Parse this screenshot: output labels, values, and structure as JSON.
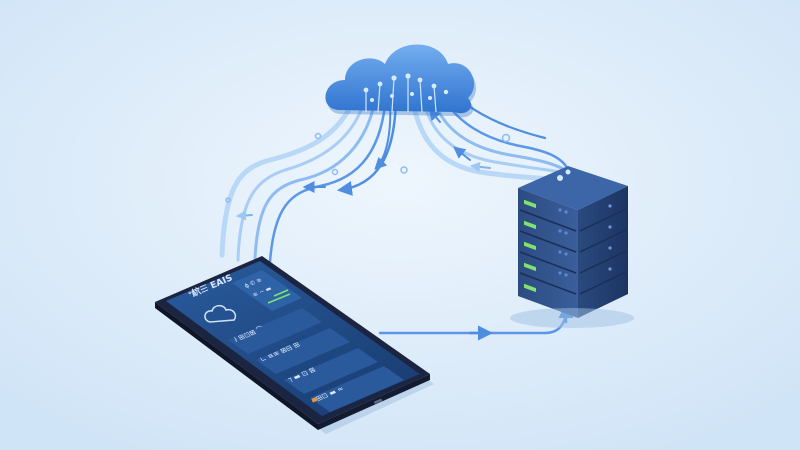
{
  "colors": {
    "background_center": "#e9f3fc",
    "background_edge": "#d3e6f8",
    "cloud": "#4a8fe0",
    "cloud_shadow": "#2f6fc4",
    "flow_line": "#5b97e6",
    "flow_line_light": "#a9cdf5",
    "server_body": "#2d4d84",
    "server_side": "#1f3866",
    "server_led": "#7fe36d",
    "phone_frame": "#1b2440",
    "phone_screen": "#1f4680",
    "phone_card": "#2a5a9c"
  },
  "icons": {
    "cloud": "cloud-icon",
    "server": "server-rack-icon",
    "phone": "smartphone-icon",
    "screen_cloud": "cloud-outline-icon"
  },
  "phone_screen": {
    "header_text": "ᐤ䋉☰ EAIS",
    "card_line_1": "ɸ ✆ ≋",
    "card_line_2": "≡ ~ ▬",
    "row_1_text": "ⅈ ⊞⊡⊠ ⌒",
    "row_2_text": "∟ ≡≡ ⊠⊟ ⊞",
    "row_3_text": "⁊ ▬ ⊡ ⊠",
    "row_4_text": "⊞⊡ ▬ ≈"
  }
}
